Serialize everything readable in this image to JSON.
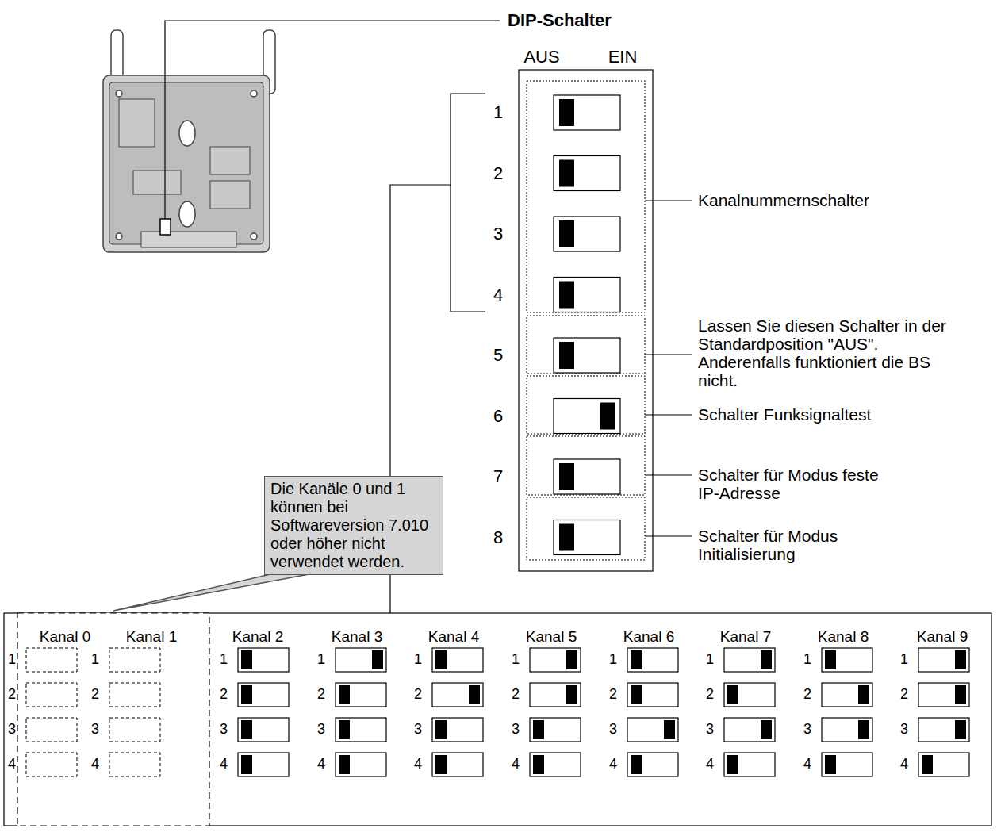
{
  "diagram": {
    "nodes": [
      {
        "text": [
          "Die Kanäle 0 und 1 können bei Softwareversion 7.010 oder höher nicht verwendet werden."
        ]
      }
    ],
    "labels": [
      "DIP-Schalter",
      "AUS",
      "EIN",
      "1",
      "2",
      "3",
      "4",
      "5",
      "6",
      "7",
      "8",
      "Kanalnummernschalter",
      "Lassen Sie diesen Schalter in der Standardposition \"AUS\". Anderenfalls funktioniert die BS nicht.",
      "Schalter Funksignaltest",
      "Schalter für Modus feste IP-Adresse",
      "Schalter für Modus Initialisierung",
      "Kanal 0",
      "1",
      "2",
      "3",
      "4",
      "Kanal 1",
      "1",
      "2",
      "3",
      "4",
      "Kanal 2",
      "1",
      "2",
      "3",
      "4",
      "Kanal 3",
      "1",
      "2",
      "3",
      "4",
      "Kanal 4",
      "1",
      "2",
      "3",
      "4",
      "Kanal 5",
      "1",
      "2",
      "3",
      "4",
      "Kanal 6",
      "1",
      "2",
      "3",
      "4",
      "Kanal 7",
      "1",
      "2",
      "3",
      "4",
      "Kanal 8",
      "1",
      "2",
      "3",
      "4",
      "Kanal 9",
      "1",
      "2",
      "3",
      "4"
    ]
  }
}
